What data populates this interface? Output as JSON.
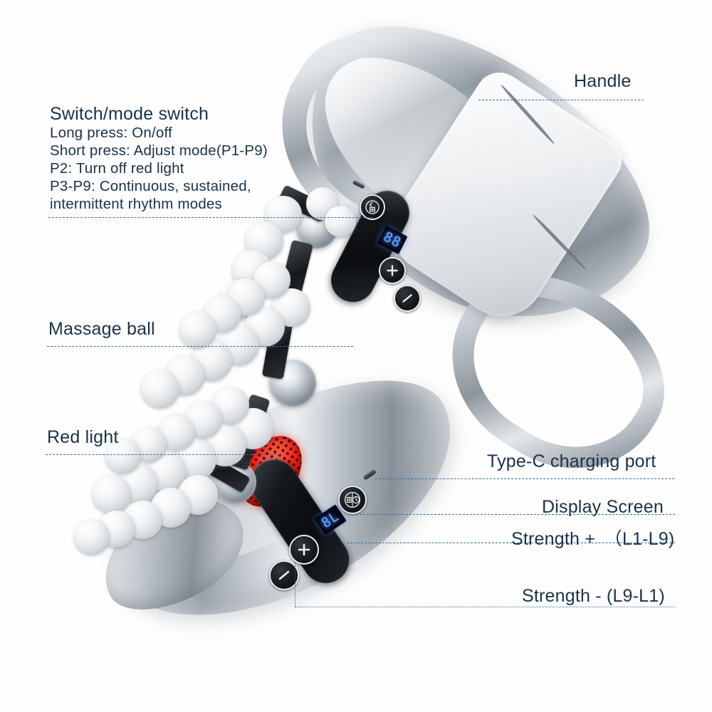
{
  "page": {
    "background_color": "#fefefe",
    "text_color": "#1b3148",
    "leader_color": "#2f6fa8",
    "accent_red": "#f0281c",
    "accent_blue_led": "#6ea8ff"
  },
  "annotations": {
    "switch_mode": {
      "title": "Switch/mode switch",
      "lines": [
        "Long press: On/off",
        "Short press: Adjust mode(P1-P9)",
        "P2: Turn off red light",
        "P3-P9: Continuous, sustained,",
        "intermittent rhythm modes"
      ]
    },
    "handle": "Handle",
    "massage_ball": "Massage ball",
    "red_light": "Red light",
    "type_c": "Type-C charging port",
    "display_screen": "Display Screen",
    "strength_plus": "Strength +　（L1-L9)",
    "strength_minus": "Strength - (L9-L1)"
  },
  "device_top": {
    "display_value": "88",
    "buttons": {
      "power_mode": "power-mode",
      "plus": "+",
      "minus": "−"
    }
  },
  "device_bottom": {
    "display_value": "8L",
    "buttons": {
      "power_mode": "power-mode",
      "plus": "+",
      "minus": "−"
    },
    "port": "type-c-port"
  }
}
